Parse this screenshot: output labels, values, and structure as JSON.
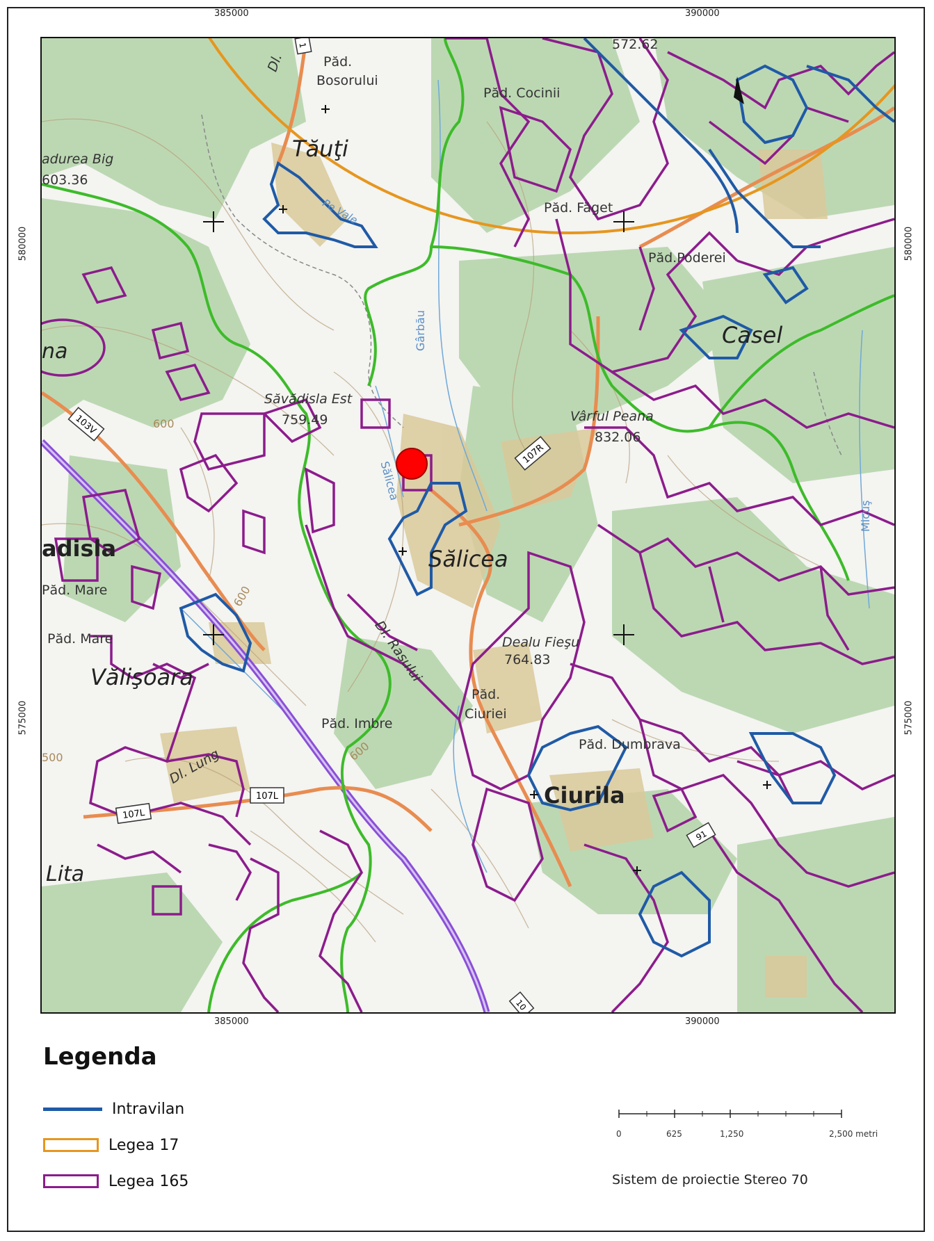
{
  "grid_ticks": {
    "top": [
      "385000",
      "390000"
    ],
    "bottom": [
      "385000",
      "390000"
    ],
    "left": [
      "580000",
      "575000"
    ],
    "right": [
      "580000",
      "575000"
    ]
  },
  "places": {
    "tauti": "Tăuţi",
    "salicea": "Sălicea",
    "ciurila": "Ciurila",
    "valisoara": "Vălişoara",
    "adisla": "adisla",
    "lita": "Lita",
    "casel": "Casel",
    "na": "na"
  },
  "features": {
    "pad_bosorului_1": "Păd.",
    "pad_bosorului_2": "Bosorului",
    "pad_cocinii": "Păd. Cocinii",
    "padurea_big": "adurea Big",
    "elev_603": "603.36",
    "pe_vale": "Pe Vale",
    "pad_faget": "Păd. Făget",
    "pad_poderei": "Păd.Poderei",
    "garbau": "Gârbău",
    "savadisla_est": "Săvădisla Est",
    "elev_759": "759.49",
    "varful_peana": "Vârful Peana",
    "elev_832": "832.06",
    "salicea_stream": "Sălicea",
    "pad_mare_1": "Păd. Mare",
    "pad_mare_2": "Păd. Mare",
    "dl_rasului": "Dl. Rasului",
    "dealu_fiesu": "Dealu Fieşu",
    "elev_764": "764.83",
    "pad_ciuriei_1": "Păd.",
    "pad_ciuriei_2": "Ciuriei",
    "pad_imbre": "Păd. Imbre",
    "pad_dumbrava": "Păd. Dumbrava",
    "dl_lung": "Dl. Lung",
    "micus": "Micuş",
    "elev_top": "572.62",
    "contour_600": "600",
    "contour_500": "500",
    "dl_top": "Dl."
  },
  "roads": {
    "r103v": "103V",
    "r107r": "107R",
    "r107l_a": "107L",
    "r107l_b": "107L",
    "r91": "91",
    "r10": "10",
    "r1": "1"
  },
  "legend": {
    "title": "Legenda",
    "items": [
      {
        "label": "Intravilan",
        "color": "#1f5aa6"
      },
      {
        "label": "Legea 17",
        "color": "#e6961e"
      },
      {
        "label": "Legea 165",
        "color": "#8c1c8c"
      }
    ]
  },
  "scale": {
    "labels": [
      "0",
      "625",
      "1,250",
      "2,500 metri"
    ]
  },
  "projection": "Sistem de proiectie Stereo 70",
  "north": "N",
  "colors": {
    "intravilan": "#1f5aa6",
    "legea17": "#e6961e",
    "legea165": "#8c1c8c",
    "boundary": "#3dbb2a",
    "forest": "#b9d7b0",
    "road": "#e88c50",
    "highway": "#8a4fd6",
    "site": "#ff0000"
  }
}
